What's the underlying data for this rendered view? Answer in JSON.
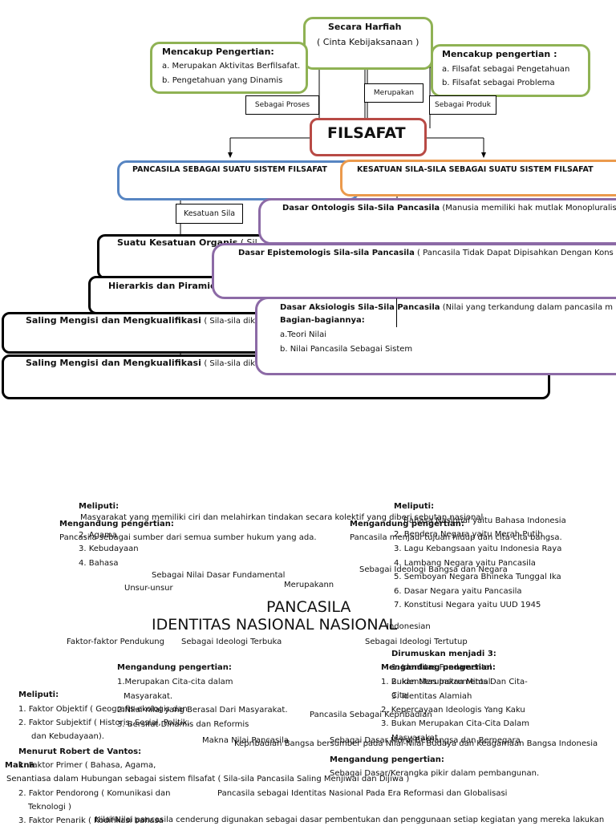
{
  "top": {
    "harfiah_title": "Secara Harfiah",
    "harfiah_sub": "( Cinta Kebijaksanaan )",
    "left_title": "Mencakup Pengertian:",
    "left_a": "a. Merupakan Aktivitas Berfilsafat.",
    "left_b": "b. Pengetahuan yang Dinamis",
    "right_title": "Mencakup pengertian :",
    "right_a": "a. Filsafat sebagai Pengetahuan",
    "right_b": "b. Filsafat sebagai Problema",
    "label_proses": "Sebagai Proses",
    "label_merupakan": "Merupakan",
    "label_produk": "Sebagai Produk",
    "filsafat": "FILSAFAT",
    "pancasila_sistem": "PANCASILA SEBAGAI SUATU SISTEM FILSAFAT",
    "kesatuan_sila": "KESATUAN SILA-SILA SEBAGAI SUATU SISTEM FILSAFAT",
    "kesatuan_label": "Kesatuan Sila",
    "organis": "Suatu Kesatuan Organis",
    "organis_rest": "( Sil",
    "hierarkis": "Hierarkis dan Piramid",
    "saling1": "Saling Mengisi dan Mengkualifikasi",
    "saling1_rest": "( Sila-sila dik",
    "saling2": "Saling Mengisi dan Mengkualifikasi",
    "saling2_rest": "( Sila-sila dik",
    "ontologis": "Dasar Ontologis Sila-Sila Pancasila",
    "ontologis_rest": "(Manusia memiliki hak mutlak Monopluralis",
    "epistemologis": "Dasar Epistemologis Sila-sila Pancasila",
    "epistemologis_rest": "( Pancasila Tidak Dapat Dipisahkan Dengan Kons",
    "aksiologis": "Dasar Aksiologis Sila-Sila Pancasila",
    "aksiologis_rest": "(Nilai yang terkandung dalam pancasila m",
    "bagian": "Bagian-bagiannya:",
    "teori": "a.Teori Nilai",
    "nilai_sistem": "b. Nilai Pancasila Sebagai Sistem"
  },
  "bottom": {
    "meliputi_l": "Meliputi:",
    "masyarakat_line": "Masyarakat yang memiliki ciri dan melahirkan tindakan secara kolektif yang diberi sebutan nasional",
    "mengandung_l1": "Mengandung pengertian:",
    "sumber": "Pancasila sebagai sumber dari semua  sumber hukum yang ada.",
    "agama": "2. Agama",
    "kebudayaan": "3. Kebudayaan",
    "bahasa": "4. Bahasa",
    "nilai_dasar": "Sebagai Nilai Dasar Fundamental",
    "unsur": "Unsur-unsur",
    "merupakann": "Merupakann",
    "meliputi_r": "Meliputi:",
    "bahasa_indo": "Bahasa Nasional yaitu Bahasa Indonesia",
    "mengandung_r1": "Mengandung pengertian:",
    "bendera": "2. Bendera Negara yaitu Merah Putih",
    "pandangan": "Pancasila menjadi tujuan hidup dan cita-cita bangsa.",
    "lagu": "3. Lagu Kebangsaan yaitu Indonesia Raya",
    "ideologi_bangsa": "Sebagai Ideologi Bangsa dan Negara",
    "lambang": "4. Lambang Negara yaitu Pancasila",
    "semboyan": "5. Semboyan Negara Bhineka Tunggal Ika",
    "dasar_negara": "6. Dasar Negara yaitu Pancasila",
    "konstitusi": "7. Konstitusi Negara yaitu UUD 1945",
    "pancasila_title": "PANCASILA",
    "identitas_title": "IDENTITAS NASIONAL NASIONAL",
    "indonesian": "Indonesian",
    "faktor_pendukung": "Faktor-faktor Pendukung",
    "ideologi_terbuka": "Sebagai Ideologi Terbuka",
    "ideologi_tertutup": "Sebagai Ideologi Tertutup",
    "dirumuskan": "Dirumuskan menjadi 3:",
    "mengandung_m": "Mengandung pengertian:",
    "cita1": "1.Merupakan Cita-cita dalam",
    "cita2": "Masyarakat.",
    "cita3": "2.Nilai-nilai yang Berasal Dari Masyarakat.",
    "cita4": "3. Bersifat Dinamis dan Reformis",
    "meliputi_ll": "Meliputi:",
    "obj": "1. Faktor Objektif ( Geografis-ekologis dan",
    "subj": "2. Faktor Subjektif ( Historis, Sosial, Politik,",
    "subj2": "dan Kebudayaan).",
    "vantos": "Menurut Robert de Vantos:",
    "makna_l": "Makna",
    "primer": "1. Faktor Primer ( Bahasa, Agama,",
    "senantiasa": "Senantiasa dalam Hubungan sebagai sistem filsafat ( Sila-sila Pancasila Saling Menjiwai dan Dijiwa )",
    "pendorong": "2. Faktor Pendorong ( Komunikasi dan",
    "teknologi": "Teknologi )",
    "penarik": "3. Faktor Penarik ( Kodifikasi bahasa",
    "mengandung_r2": "Mengandung pengertian:",
    "identitas_kultural": "1. Identitas Fundamental",
    "kultural2": "2. Identitas Instrumental",
    "alamiah": "3. Identitas Alamiah",
    "bukan_mitos": "1. Bukan Merupakan Mitos Dan Cita-",
    "cita_r": "Cita",
    "kepercayaan": "2. Kepercayaan Ideologis Yang Kaku",
    "bukan_cita": "3. Bukan Merupakan Cita-Cita Dalam",
    "masyarakat_r": "Masyarakat",
    "kepribadian": "Pancasila Sebagai Kepribadian",
    "makna_nilai": "Makna Nilai Pancasila",
    "dasar_moral": "Sebagai Dasar Moral Berbangsa dan Bernegara",
    "kepribadian_line": "Kepribadian Bangsa bersumber pada Nilai-Nilai Budaya dan Keagamaan Bangsa Indonesia",
    "mengandung_r3": "Mengandung pengertian:",
    "kerangka": "Sebagai Dasar/Kerangka pikir dalam pembangunan.",
    "era": "Pancasila sebagai Identitas Nasional Pada Era Reformasi dan Globalisasi",
    "nilai_cenderung": "Nilai-Nilai pancasila cenderung digunakan sebagai dasar pembentukan dan penggunaan setiap kegiatan yang mereka lakukan"
  }
}
